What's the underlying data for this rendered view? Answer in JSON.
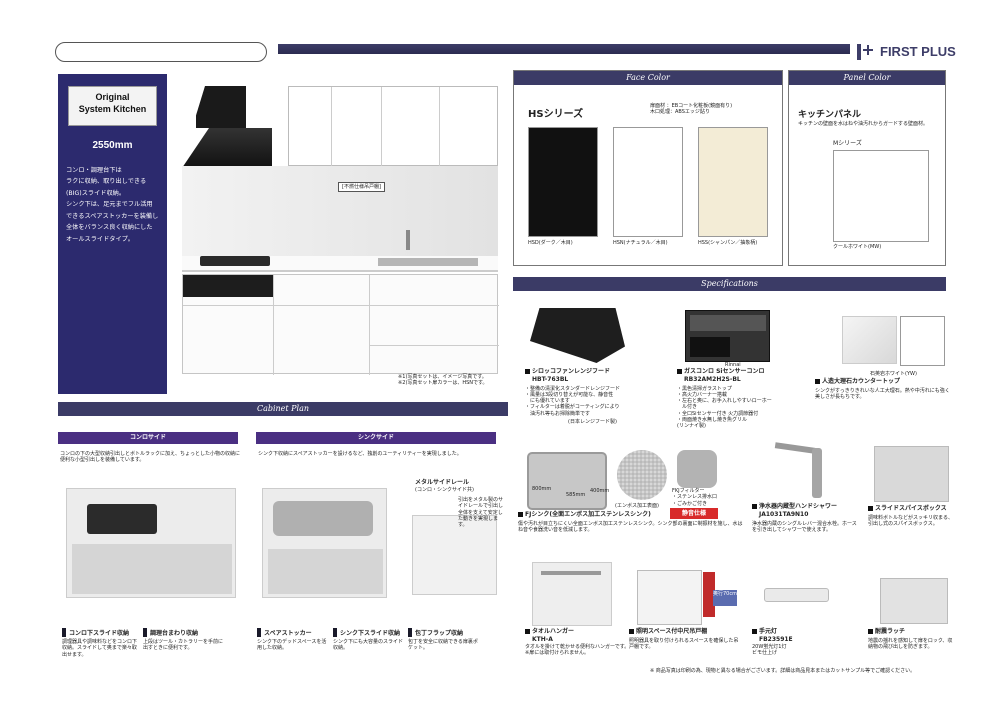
{
  "header": {
    "brand": "FIRST PLUS",
    "brand_mark": "plus-mark"
  },
  "intro": {
    "title_line1": "Original",
    "title_line2": "System Kitchen",
    "width": "2550mm",
    "desc": [
      "コンロ・調理台下は",
      "ラクに収納、取り出しできる",
      "(BIG)スライド収納。",
      "シンク下は、足元までフル活用",
      "できるスペアストッカーを装備し",
      "全体をバランス良く収納にした",
      "オールスライドタイプ。"
    ]
  },
  "kitchen": {
    "callout": "[不燃仕様吊戸棚]",
    "notes": [
      "※1)写真セットは、イメージ写真です。",
      "※2)写真セット扉カラーは、HSNです。"
    ]
  },
  "face_color": {
    "heading": "Face Color",
    "series": "HSシリーズ",
    "spec_line1": "扉面材 ：EBコート化粧板(鏡面有り)",
    "spec_line2": "木口処理：ABSエッジ貼り",
    "swatches": [
      {
        "label": "HSD(ダーク／木目)",
        "color": "#111111"
      },
      {
        "label": "HSN(ナチュラル／木目)",
        "color": "#ffffff"
      },
      {
        "label": "HSS(シャンパン／抽象柄)",
        "color": "#f3ecd6"
      }
    ]
  },
  "panel_color": {
    "heading": "Panel Color",
    "title": "キッチンパネル",
    "desc": "キッチンの壁面を水はねや油汚れからガードする壁面材。",
    "series": "Mシリーズ",
    "swatch_label": "クールホワイト(MW)",
    "swatch_color": "#ffffff"
  },
  "specs": {
    "heading": "Specifications",
    "hood": {
      "title": "シロッコファンレンジフード",
      "model": "HBT-763BL",
      "bullets": [
        "・整備の清潔化スタンダードレンジフード",
        "・風量は3段切り替えが可能な、静音性",
        "　にも優れています",
        "・フィルターは着脱がコーティングにより",
        "　油汚れ等もお掃除簡単です"
      ],
      "footnote": "(日本レンジフード製)"
    },
    "stove": {
      "title": "ガスコンロ",
      "model": "RB32AM2H2S-BL",
      "brand": "Rinnai",
      "model_suffix": "Siセンサーコンロ",
      "bullets": [
        "・黒色清掃ガラストップ",
        "・高火力バーナー搭載",
        "・左右と奥に、お手入れしやすいローホー",
        "　ル付き",
        "・全口Siセンサー付き 火力調節器付",
        "・両面焼き水無し焼き魚グリル",
        "(リンナイ製)"
      ]
    },
    "counter": {
      "title": "人造大理石カウンタートップ",
      "desc": "シンクがすっきりきれいな人工大理石。熱や中汚れにも強く美しさが長もちです。",
      "swatch_label": "石英岩ホワイト(YW)"
    }
  },
  "cabinet": {
    "heading": "Cabinet Plan",
    "konro": {
      "title": "コンロサイド",
      "desc": "コンロの下の大型収納引出しとボトルラックに加え、ちょっとした小物の収納に便利な小型引出しを装備しています。",
      "labels": [
        {
          "title": "コンロ下スライド収納",
          "text": "調理器具や調味料などをコンロ下収納。スライドして奥まで楽々取出せます。"
        },
        {
          "title": "調理台まわり収納",
          "text": "上段はツール・カトラリーを手前に出すときに便利です。"
        }
      ]
    },
    "sink": {
      "title": "シンクサイド",
      "desc": "シンク下収納にスペアストッカーを設けるなど、独創のユーティリティーを実現しました。",
      "rail_title": "メタルサイドレール",
      "rail_sub": "(コンロ・シンクサイド共)",
      "rail_desc": "引出をメタル製のサイドレールで引出し全体を支えて安定した動きを実現します。",
      "labels": [
        {
          "title": "スペアストッカー",
          "text": "シンク下のデッドスペースを活用した収納。"
        },
        {
          "title": "シンク下スライド収納",
          "text": "シンク下にも大容量のスライド収納。"
        },
        {
          "title": "包丁フラップ収納",
          "text": "包丁を安全に収納できる扉裏ポケット。"
        }
      ]
    }
  },
  "features": {
    "sink": {
      "title": "FJシンク(全面エンボス加工ステンレスシンク)",
      "desc": "傷や汚れが目立ちにくい全面エンボス加工ステンレスシンク。シンク部の裏面に制振材を施し、水はね音や食器洗い音を低減します。",
      "dims": [
        "800mm",
        "585mm",
        "400mm"
      ],
      "emboss_caption": "(エンボス加工表面)",
      "filter_caption": "FKJフィルター",
      "filter_sub": [
        "・ステンレス排水口",
        "・ごみかご付き"
      ],
      "badge": "静音仕様"
    },
    "faucet": {
      "title": "浄水器内蔵型ハンドシャワー",
      "model": "JA1031TA9N10",
      "desc": "浄水器内蔵のシングルレバー混合水栓。ホースを引き出してシャワーで使えます。"
    },
    "slidebox": {
      "title": "スライドスパイスボックス",
      "desc": "調味料ボトルなどがスッキリ収まる、引出し式のスパイスボックス。"
    },
    "towel": {
      "title": "タオルハンガー",
      "model": "KTH-A",
      "desc": "タオルを掛けて乾かせる便利なハンガーです。",
      "sub": "※扉には取付けられません。"
    },
    "lighting": {
      "title": "照明スペース付中尺吊戸棚",
      "desc": "照明器具を取り付けられるスペースを確保した吊戸棚です。",
      "badge": "奥行70cm"
    },
    "handlight": {
      "title": "手元灯",
      "model": "FB23591E",
      "spec": "20W蛍光灯1灯",
      "spec2": "ビモ仕上げ"
    },
    "latch": {
      "title": "耐震ラッチ",
      "desc": "地震の揺れを感知して扉をロック、収納物の飛び出しを防ぎます。"
    },
    "footer_note": "※ 商品写真は印刷の為、現物と異なる場合がございます。詳細は商品見本またはカットサンプル等でご確認ください。"
  }
}
